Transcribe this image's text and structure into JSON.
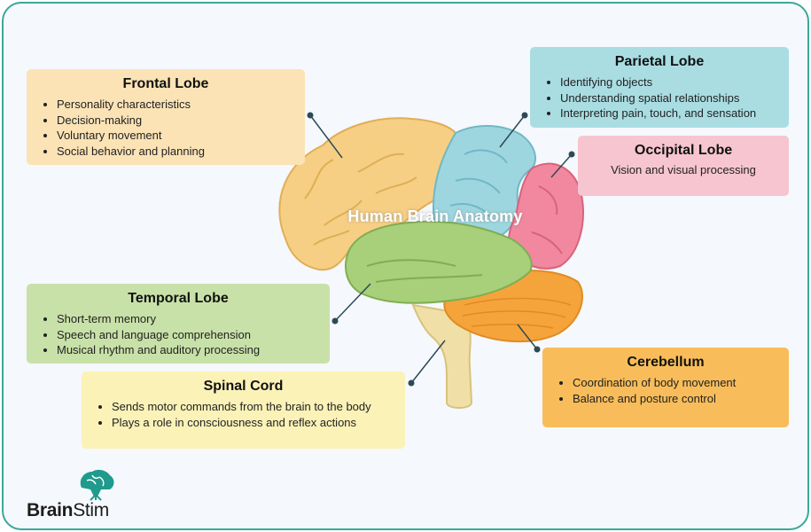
{
  "title": "Human Brain Anatomy",
  "colors": {
    "frame_border": "#3aa89a",
    "frontal": "#f6cf85",
    "parietal": "#9ed6df",
    "occipital": "#f1889f",
    "temporal": "#a8cf7a",
    "cerebellum": "#f5a43c",
    "spinal": "#f0dfa6"
  },
  "regions": {
    "frontal": {
      "title": "Frontal Lobe",
      "items": [
        "Personality characteristics",
        "Decision-making",
        "Voluntary movement",
        "Social behavior and planning"
      ]
    },
    "parietal": {
      "title": "Parietal Lobe",
      "items": [
        "Identifying objects",
        "Understanding spatial relationships",
        "Interpreting pain, touch, and sensation"
      ]
    },
    "occipital": {
      "title": "Occipital Lobe",
      "description": "Vision and visual processing"
    },
    "temporal": {
      "title": "Temporal Lobe",
      "items": [
        "Short-term memory",
        "Speech and language comprehension",
        "Musical rhythm and auditory processing"
      ]
    },
    "spinal": {
      "title": "Spinal Cord",
      "items": [
        "Sends motor commands from the brain to the body",
        "Plays a role in consciousness and reflex actions"
      ]
    },
    "cerebellum": {
      "title": "Cerebellum",
      "items": [
        "Coordination of body movement",
        "Balance and posture control"
      ]
    }
  },
  "logo": {
    "brand": "Brain",
    "brand_suffix": "Stim"
  }
}
